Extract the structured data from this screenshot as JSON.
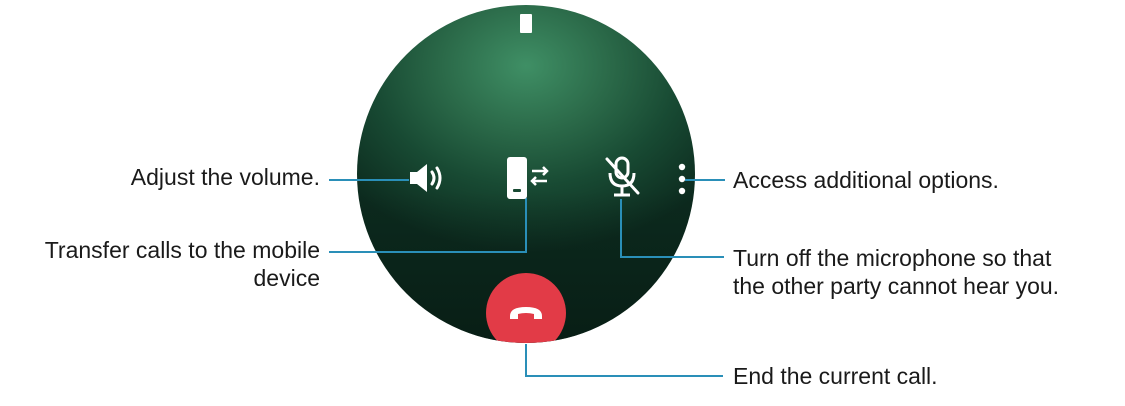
{
  "callouts": {
    "volume": "Adjust the volume.",
    "transfer_line1": "Transfer calls to the mobile",
    "transfer_line2": "device",
    "options": "Access additional options.",
    "mute_line1": "Turn off the microphone so that",
    "mute_line2": "the other party cannot hear you.",
    "end_call": "End the current call."
  },
  "icons": {
    "top": "phone-indicator-icon",
    "volume": "speaker-volume-icon",
    "transfer": "phone-transfer-icon",
    "mute": "microphone-off-icon",
    "more": "vertical-ellipsis-icon",
    "end_call": "phone-hangup-icon"
  },
  "colors": {
    "screen": "#2b6a49",
    "end_call": "#e23b47",
    "leader_line": "#2a8fb8"
  }
}
